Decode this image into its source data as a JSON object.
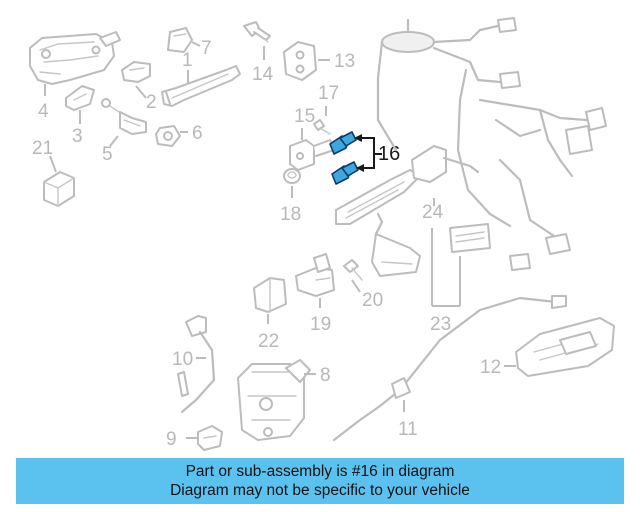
{
  "diagram": {
    "highlighted_part": "16",
    "callouts": [
      "1",
      "2",
      "3",
      "4",
      "5",
      "6",
      "7",
      "8",
      "9",
      "10",
      "11",
      "12",
      "13",
      "14",
      "15",
      "16",
      "17",
      "18",
      "19",
      "20",
      "21",
      "22",
      "23",
      "24"
    ]
  },
  "banner": {
    "line1": "Part or sub-assembly is #16 in diagram",
    "line2": "Diagram may not be specific to your vehicle"
  },
  "colors": {
    "banner_background": "#5bc2f0",
    "highlight_part": "#3fa7df",
    "faded_parts": "#bcbcbc"
  }
}
